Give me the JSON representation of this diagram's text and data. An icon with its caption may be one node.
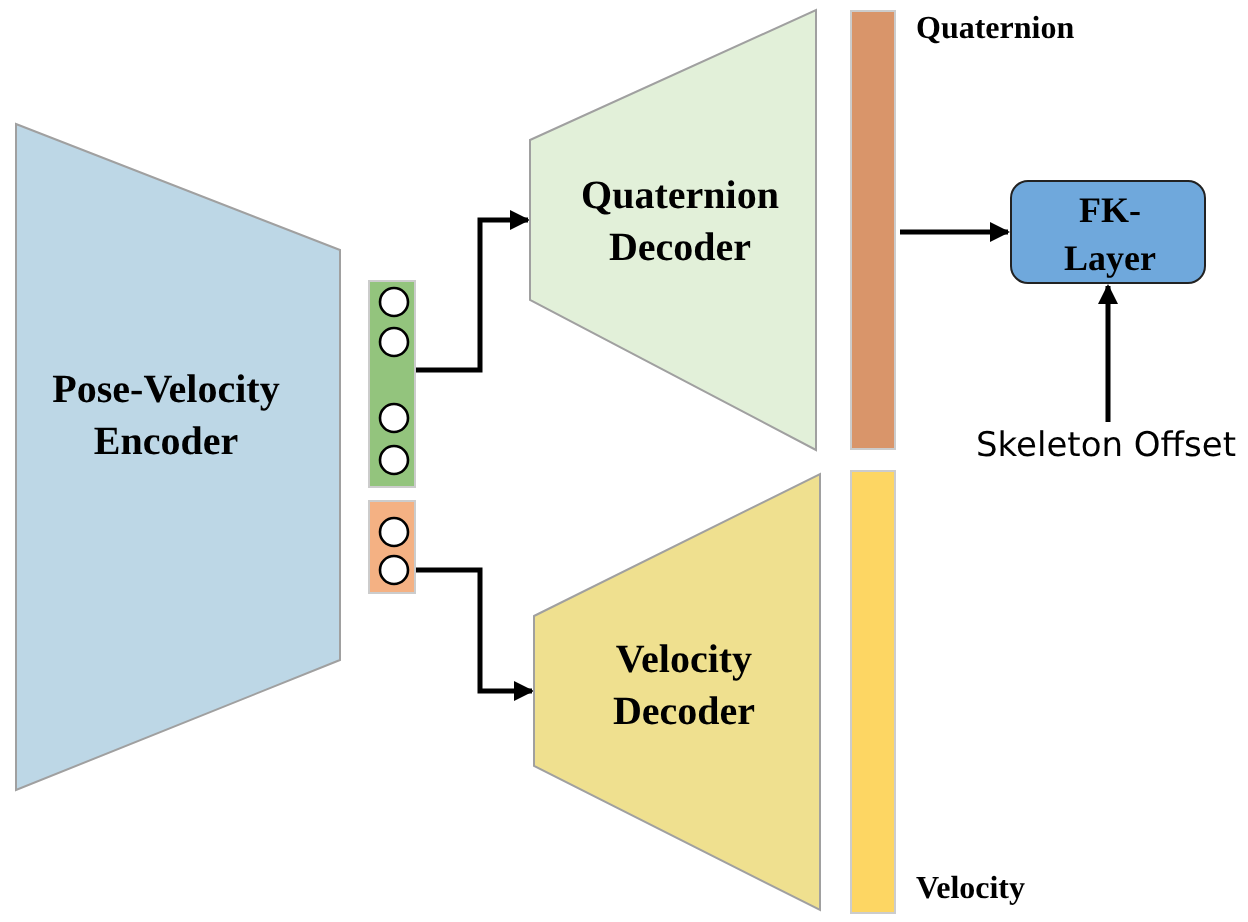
{
  "diagram": {
    "nodes": [
      {
        "text": [
          "Pose-Velocity Encoder"
        ]
      },
      {
        "text": [],
        "shape": "bar"
      },
      {
        "text": [],
        "shape": "bar"
      },
      {
        "text": [
          "Quaternion Decoder"
        ]
      },
      {
        "text": [
          "Velocity Decoder"
        ]
      },
      {
        "text": [],
        "shape": "bar",
        "beside": [
          "Quaternion"
        ]
      },
      {
        "text": [],
        "shape": "bar",
        "beside": [
          "Velocity"
        ]
      },
      {
        "text": [
          "FK-Layer"
        ]
      },
      {
        "text": [
          "Skeleton Offset"
        ]
      }
    ],
    "edges": [
      {
        "from": 1,
        "to": 3,
        "arrow": "to"
      },
      {
        "from": 2,
        "to": 4,
        "arrow": "to"
      },
      {
        "from": 5,
        "to": 7,
        "arrow": "to"
      },
      {
        "from": 8,
        "to": 7,
        "arrow": "to"
      }
    ]
  }
}
